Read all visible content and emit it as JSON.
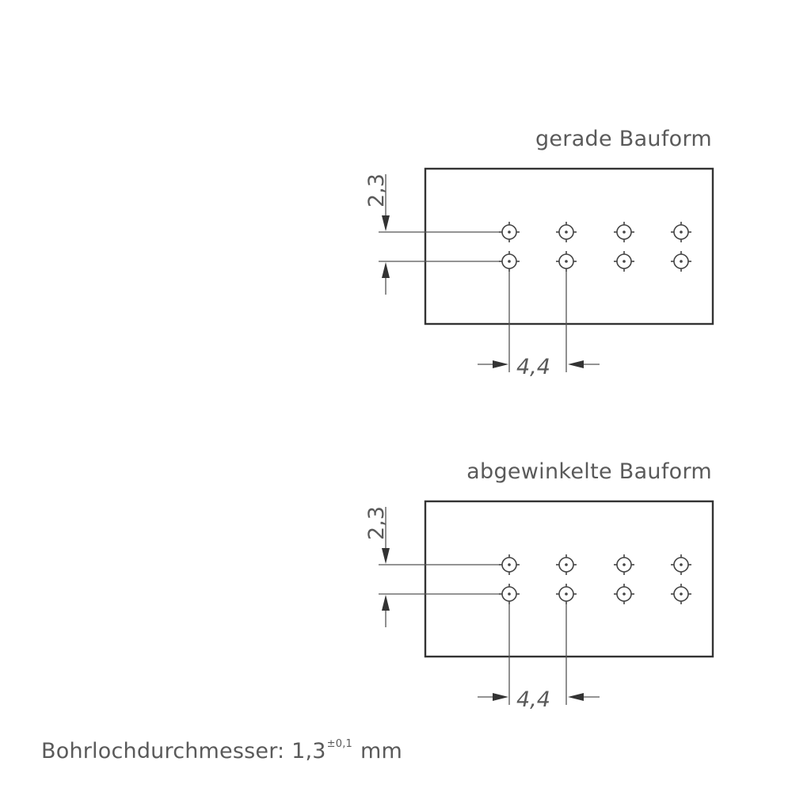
{
  "drawings": [
    {
      "title": "gerade Bauform",
      "dim_vertical": "2,3",
      "dim_horizontal": "4,4",
      "rows": 2,
      "cols": 4
    },
    {
      "title": "abgewinkelte Bauform",
      "dim_vertical": "2,3",
      "dim_horizontal": "4,4",
      "rows": 2,
      "cols": 4
    }
  ],
  "footer": {
    "label": "Bohrlochdurchmesser: 1,3",
    "tolerance": "±0,1",
    "unit": "mm"
  },
  "colors": {
    "line": "#444444",
    "text": "#5a5a5a",
    "background": "#ffffff"
  }
}
